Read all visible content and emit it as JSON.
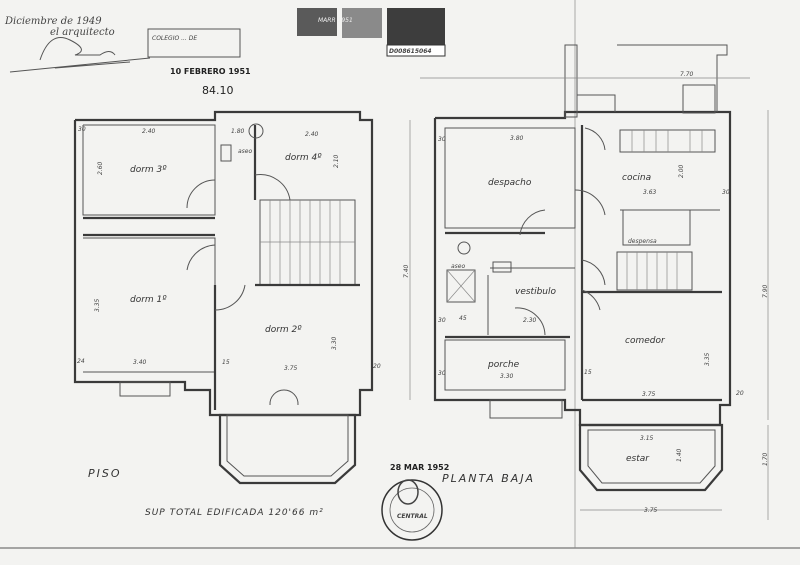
{
  "header": {
    "handwritten_date": "Diciembre de 1949",
    "handwritten_role": "el arquitecto",
    "signature": "P. Gaunia",
    "college_stamp": "COLEGIO ... DE",
    "received_stamp_date": "10 FEBRERO 1951",
    "registry_number": "84.10",
    "tax_stamp_date": "MARR 1951",
    "tax_stamp_serial": "D008615064"
  },
  "upper_floor": {
    "title": "PISO",
    "rooms": [
      "dorm 3º",
      "dorm 4º",
      "aseo",
      "dorm 1º",
      "dorm 2º"
    ],
    "dimensions": [
      "30",
      "2.40",
      "1.80",
      "2.40",
      "2.60",
      "2.10",
      "3.35",
      "3.40",
      "24",
      "15",
      "3.75",
      "3.30",
      "20"
    ]
  },
  "ground_floor": {
    "title": "PLANTA BAJA",
    "rooms": [
      "despacho",
      "cocina",
      "despensa",
      "aseo",
      "vestibulo",
      "porche",
      "comedor",
      "estar"
    ],
    "dimensions": [
      "7.70",
      "3.80",
      "30",
      "3.63",
      "2.00",
      "30",
      "7.40",
      "7.90",
      "2.30",
      "30",
      "45",
      "3.30",
      "30",
      "15",
      "3.75",
      "3.35",
      "20",
      "3.15",
      "1.40",
      "1.70",
      "3.75"
    ]
  },
  "footer": {
    "total_area": "SUP TOTAL EDIFICADA 120'66 m²",
    "round_stamp_date": "28 MAR 1952",
    "round_stamp_text": "CENTRAL"
  }
}
